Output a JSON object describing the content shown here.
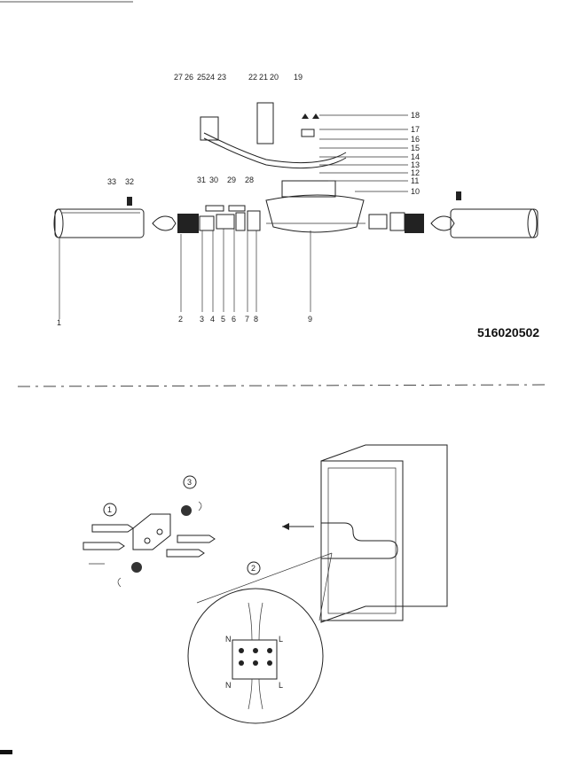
{
  "parts_diagram": {
    "bottom_labels": [
      "1",
      "2",
      "3",
      "4",
      "5",
      "6",
      "7",
      "8",
      "9"
    ],
    "top_labels_a": [
      "27",
      "26",
      "25",
      "24",
      "23"
    ],
    "top_labels_b": [
      "22",
      "21",
      "20"
    ],
    "top_label_c": "19",
    "right_labels": [
      "18",
      "17",
      "16",
      "15",
      "14",
      "13",
      "12",
      "11",
      "10"
    ],
    "mid_labels": [
      "31",
      "30",
      "29",
      "28"
    ],
    "left_labels": [
      "33",
      "32"
    ],
    "article_number": "516020502"
  },
  "install_steps": {
    "step1": "1",
    "step2": "2",
    "step3": "3",
    "terminal_left": [
      "N",
      "N"
    ],
    "terminal_right": [
      "L",
      "L"
    ]
  }
}
